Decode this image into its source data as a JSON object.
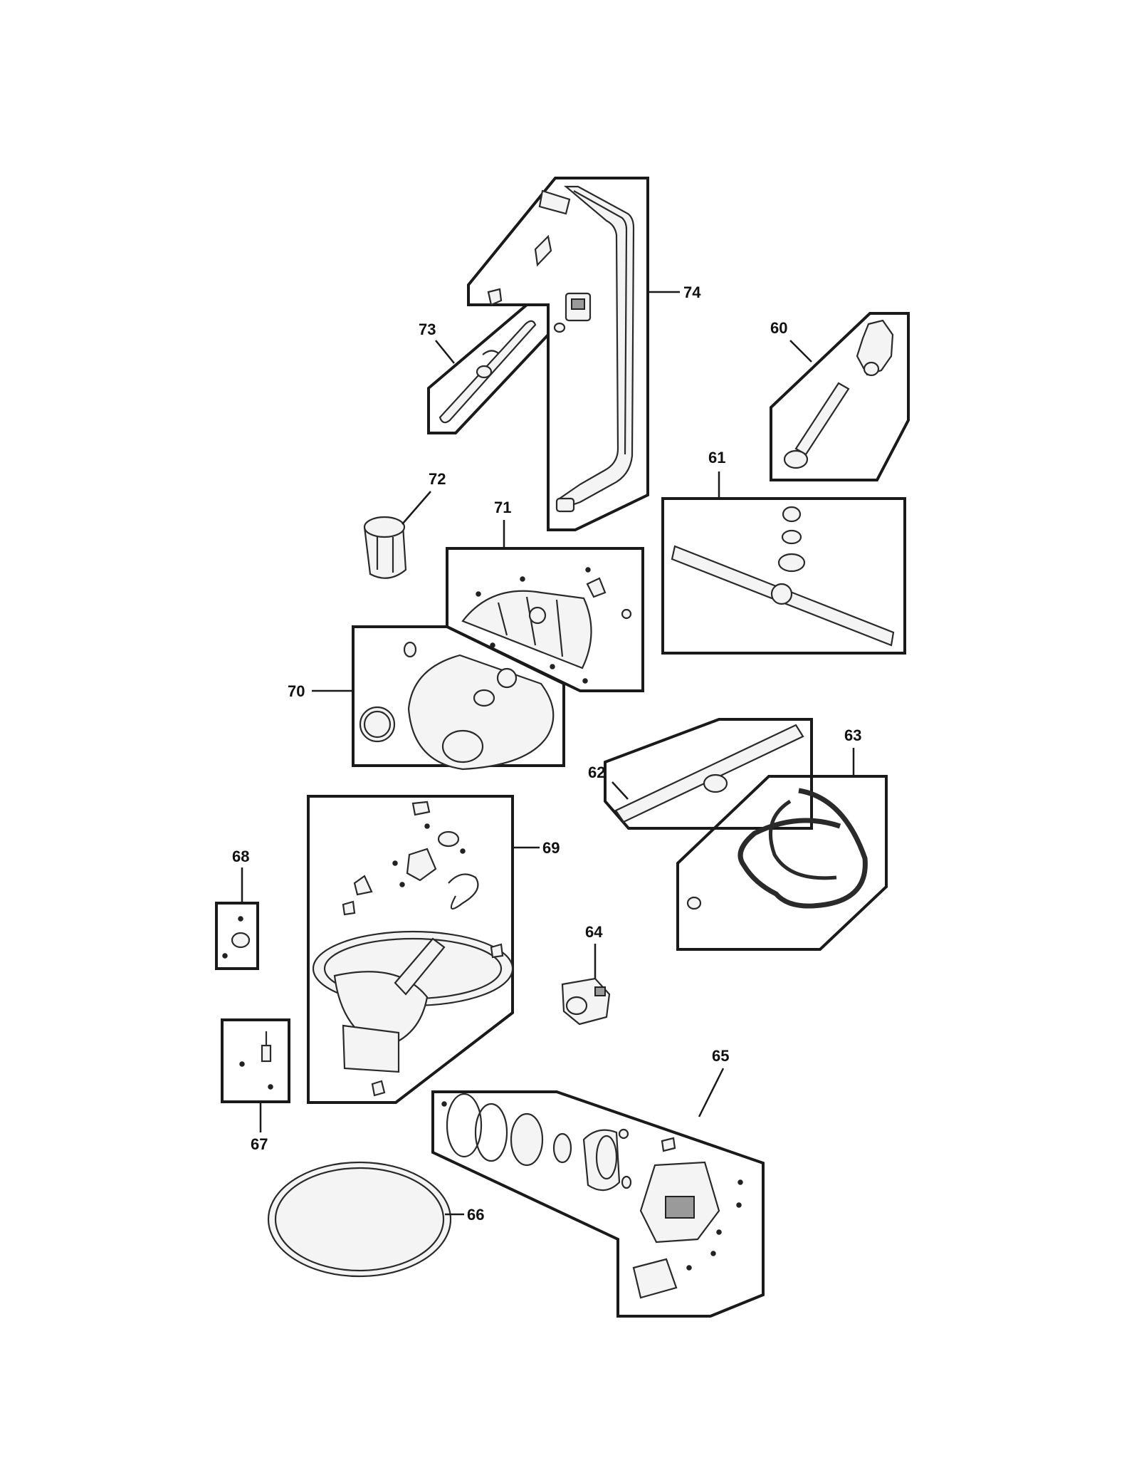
{
  "diagram": {
    "callouts": [
      {
        "id": "60",
        "label": "60"
      },
      {
        "id": "61",
        "label": "61"
      },
      {
        "id": "62",
        "label": "62"
      },
      {
        "id": "63",
        "label": "63"
      },
      {
        "id": "64",
        "label": "64"
      },
      {
        "id": "65",
        "label": "65"
      },
      {
        "id": "66",
        "label": "66"
      },
      {
        "id": "67",
        "label": "67"
      },
      {
        "id": "68",
        "label": "68"
      },
      {
        "id": "69",
        "label": "69"
      },
      {
        "id": "70",
        "label": "70"
      },
      {
        "id": "71",
        "label": "71"
      },
      {
        "id": "72",
        "label": "72"
      },
      {
        "id": "73",
        "label": "73"
      },
      {
        "id": "74",
        "label": "74"
      }
    ],
    "colors": {
      "line": "#1a1a1a",
      "fill": "#f4f4f4",
      "background": "#ffffff"
    }
  }
}
